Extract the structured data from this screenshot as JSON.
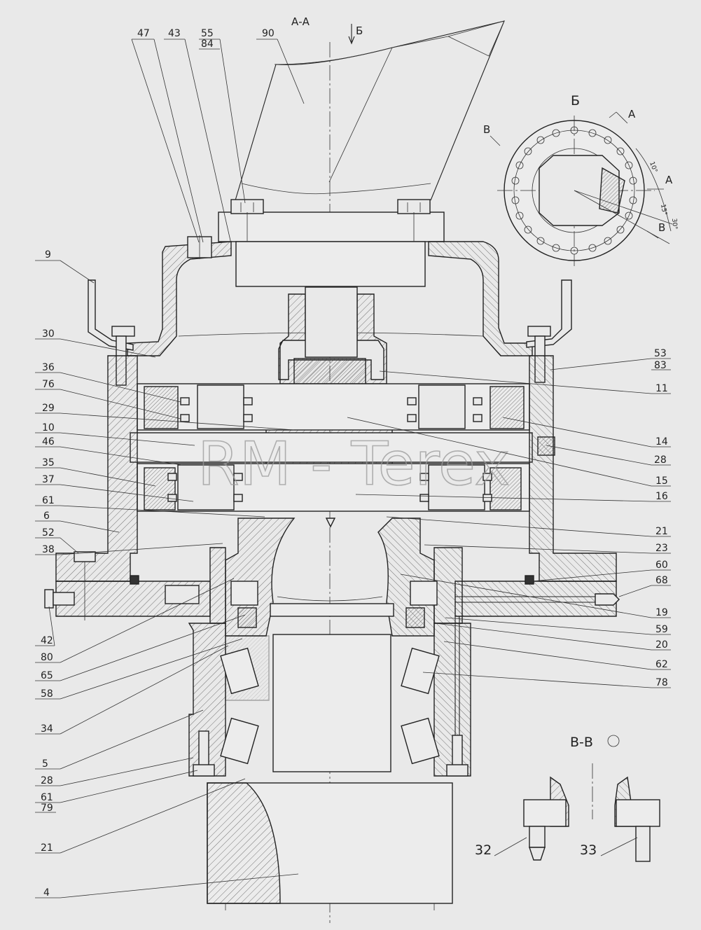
{
  "section_title": "А-А",
  "view_b": {
    "arrow_label": "Б",
    "title": "Б",
    "marks": [
      "А",
      "В",
      "А",
      "В"
    ],
    "angles": [
      "10°",
      "15°",
      "30°"
    ]
  },
  "section_vv_title": "В-В",
  "watermark": "RM - Terex",
  "left_labels": [
    "9",
    "30",
    "36",
    "76",
    "29",
    "10",
    "46",
    "35",
    "37",
    "61",
    "6",
    "52",
    "38",
    "42",
    "80",
    "65",
    "58",
    "34",
    "5",
    "28",
    "61",
    "79",
    "21",
    "4"
  ],
  "top_labels": [
    "47",
    "43",
    "55",
    "84",
    "90"
  ],
  "right_labels": [
    "53",
    "83",
    "11",
    "14",
    "28",
    "15",
    "16",
    "21",
    "23",
    "60",
    "68",
    "19",
    "59",
    "20",
    "62",
    "78"
  ],
  "detail_labels": [
    "32",
    "33"
  ]
}
